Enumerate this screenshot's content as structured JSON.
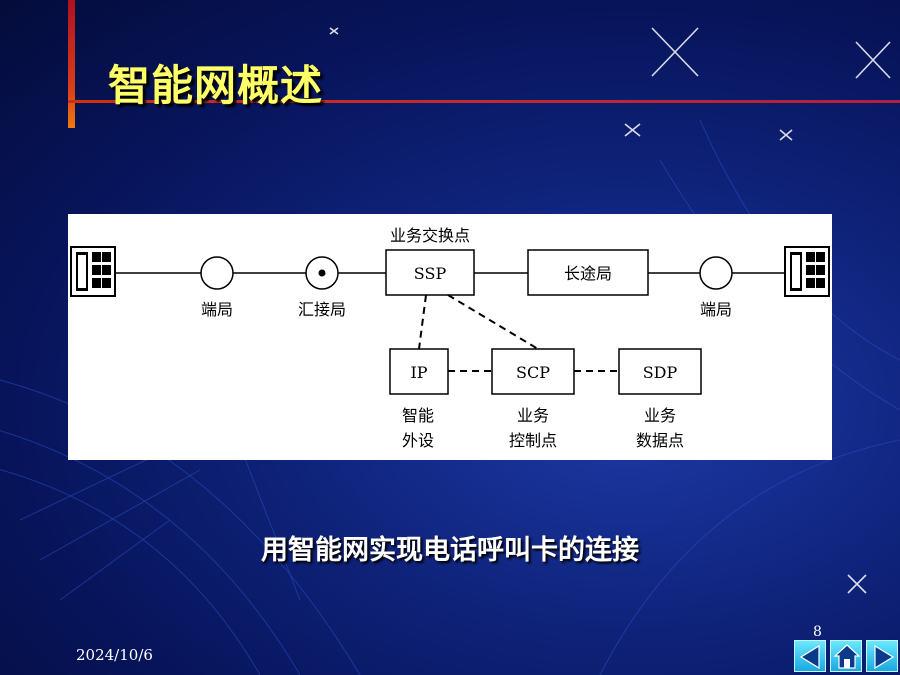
{
  "slide": {
    "title": "智能网概述",
    "caption": "用智能网实现电话呼叫卡的连接",
    "date": "2024/10/6",
    "page_number": "8"
  },
  "diagram": {
    "ssp_top_label": "业务交换点",
    "ssp": "SSP",
    "toll_office": "长途局",
    "left_end_office": "端局",
    "tandem_office": "汇接局",
    "right_end_office": "端局",
    "ip": "IP",
    "scp": "SCP",
    "sdp": "SDP",
    "ip_label_1": "智能",
    "ip_label_2": "外设",
    "scp_label_1": "业务",
    "scp_label_2": "控制点",
    "sdp_label_1": "业务",
    "sdp_label_2": "数据点"
  },
  "nav": {
    "prev": "triangle-left-icon",
    "home": "home-icon",
    "next": "triangle-right-icon"
  }
}
